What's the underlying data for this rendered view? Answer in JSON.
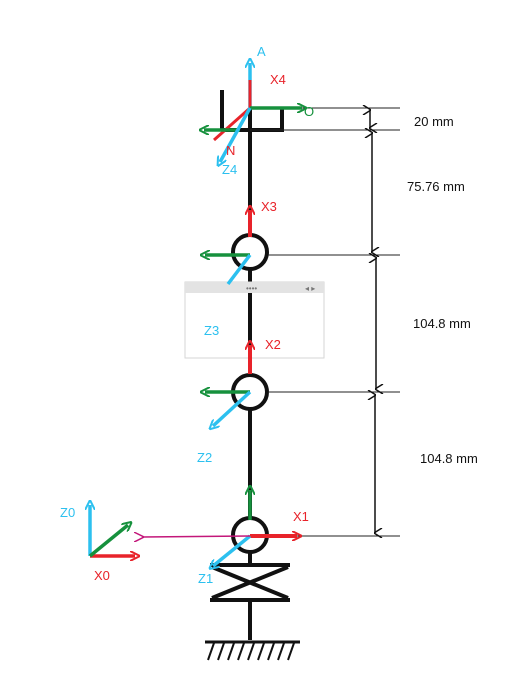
{
  "colors": {
    "red": "#e8232a",
    "green": "#16913d",
    "cyan": "#2cc0ef",
    "magenta": "#c3177a",
    "black": "#111111",
    "panel_border": "#d6d6d6"
  },
  "labels": {
    "a": "A",
    "x4": "X4",
    "o": "O",
    "n": "N",
    "z4": "Z4",
    "x3": "X3",
    "z3": "Z3",
    "x2": "X2",
    "z2": "Z2",
    "x1": "X1",
    "z1": "Z1",
    "z0": "Z0",
    "x0": "X0"
  },
  "dimensions": {
    "d1": "20 mm",
    "d2": "75.76 mm",
    "d3": "104.8 mm",
    "d4": "104.8 mm"
  },
  "overlay_panel": {
    "grip": "••••",
    "nav": "◂ ▸"
  },
  "icons": {
    "ground": "ground-hatch-icon",
    "revolute": "revolute-joint-icon",
    "base": "rotary-base-icon"
  }
}
